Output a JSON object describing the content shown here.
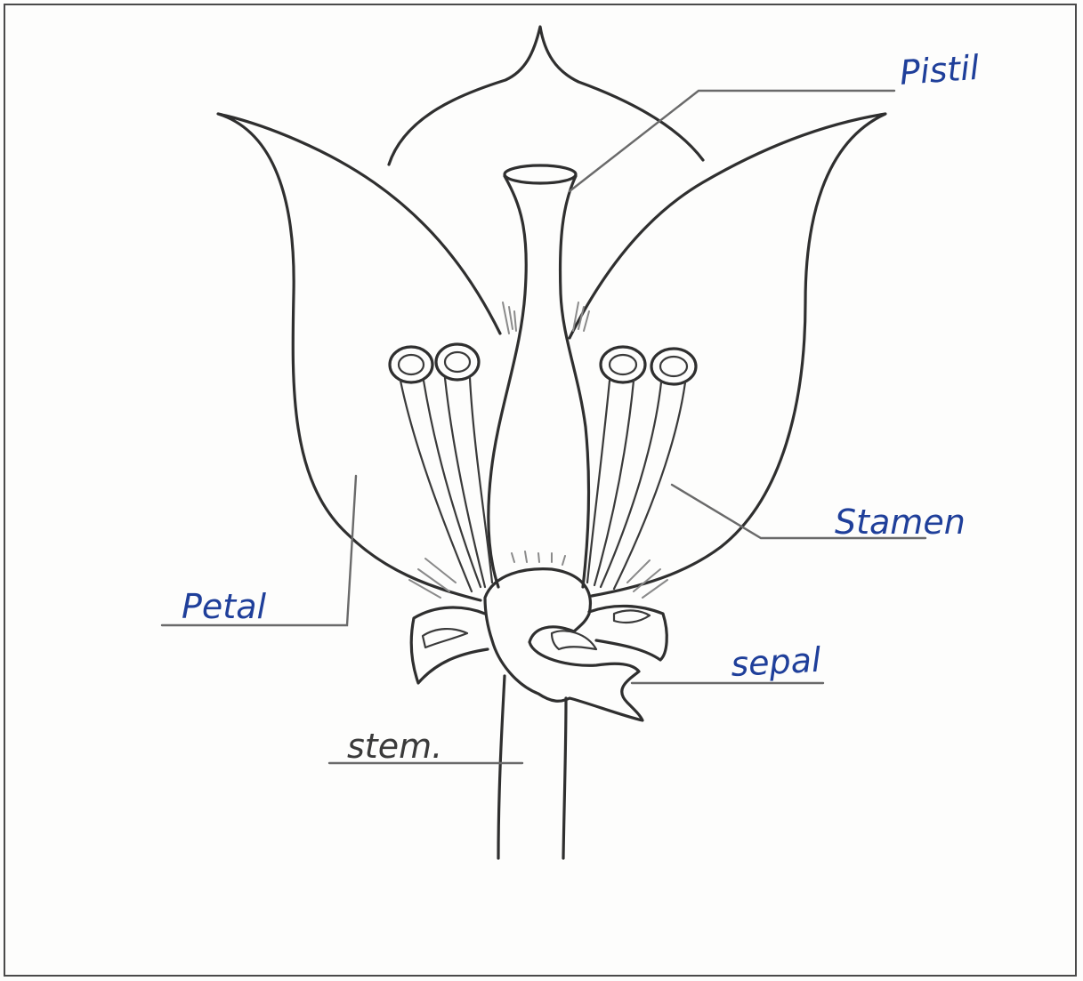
{
  "diagram": {
    "labels": {
      "pistil": "Pistil",
      "stamen": "Stamen",
      "petal": "Petal",
      "sepal": "sepal",
      "stem": "stem."
    },
    "colors": {
      "ink": "#2f2f2f",
      "label_blue": "#1f3f9a",
      "leader": "#6a6a6a"
    }
  }
}
